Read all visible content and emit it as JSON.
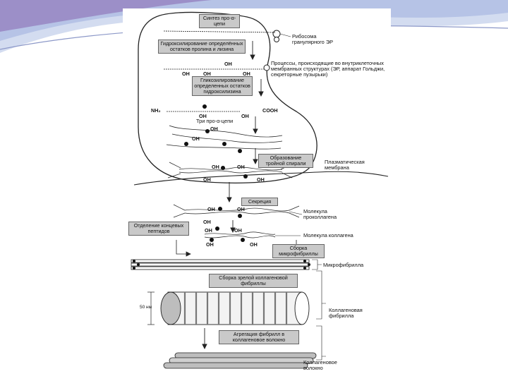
{
  "slide": {
    "accent_colors": [
      "#9c8fc8",
      "#b6c3e6",
      "#d3dcf0"
    ]
  },
  "diagram": {
    "steps": {
      "synthesis": "Синтез про-α-цепи",
      "hydroxylation": "Гидроксилирование определённых остатков пролина и лизина",
      "glycosylation": "Гликозилирование определенных остатков гидроксилизина",
      "triple_helix": "Образование тройной спирали",
      "secretion": "Секреция",
      "cleavage": "Отделение концевых пептидов",
      "microfibril": "Сборка микрофибриллы",
      "fibril_assembly": "Сборка зрелой коллагеновой фибриллы",
      "aggregation": "Агрегация фибрилл в коллагеновое волокно"
    },
    "labels": {
      "ribosome": "Рибосома гранулярного ЭР",
      "processes": "Процессы, происходящие во внутриклеточных мембранных структурах (ЭР, аппарат Гольджи, секреторные пузырьки)",
      "membrane": "Плазматическая мембрана",
      "procollagen": "Молекула проколлагена",
      "collagen_molecule": "Молекула коллагена",
      "microfibril": "Микрофибрилла",
      "collagen_fibril": "Коллагеновая фибрилла",
      "collagen_fiber": "Коллагеновое волокно",
      "three_chains": "Три про-α-цепи",
      "nh2": "NH₂",
      "cooh": "COOH",
      "oh": "OH",
      "scale": "50 нм"
    }
  }
}
